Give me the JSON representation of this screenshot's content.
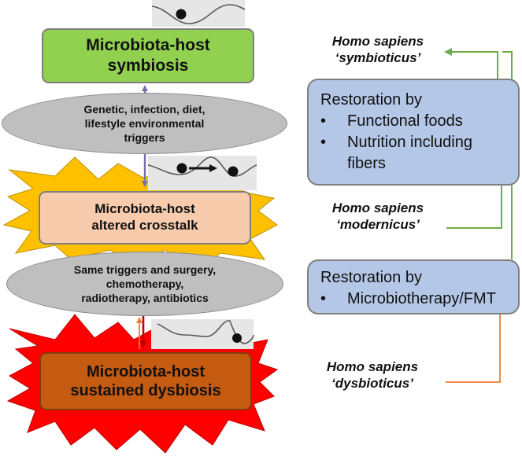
{
  "states": {
    "symbiosis": "Microbiota-host\nsymbiosis",
    "altered": "Microbiota-host\naltered crosstalk",
    "dysbiosis": "Microbiota-host\nsustained dysbiosis"
  },
  "triggers": {
    "first": "Genetic, infection, diet,\nlifestyle environmental\ntriggers",
    "second": "Same triggers and surgery,\nchemotherapy,\nradiotherapy, antibiotics"
  },
  "restoration_1": {
    "title": "Restoration by",
    "items": [
      "Functional foods",
      "Nutrition including fibers"
    ]
  },
  "restoration_2": {
    "title": "Restoration by",
    "items": [
      "Microbiotherapy/FMT"
    ]
  },
  "species": {
    "symbioticus": "Homo sapiens\n‘symbioticus’",
    "modernicus": "Homo sapiens\n‘modernicus’",
    "dysbioticus": "Homo sapiens\n‘dysbioticus’"
  },
  "colors": {
    "symbiosis_fill": "#92d050",
    "altered_fill": "#f8cbad",
    "dysbiosis_fill": "#c55a11",
    "trigger_fill": "#bfbfbf",
    "restoration_fill": "#b4c7e7",
    "burst_yellow": "#ffc000",
    "burst_red": "#ff0000",
    "arrow_green": "#70ad47",
    "arrow_orange": "#ed7d31",
    "arrow_purple": "#7470b0"
  }
}
